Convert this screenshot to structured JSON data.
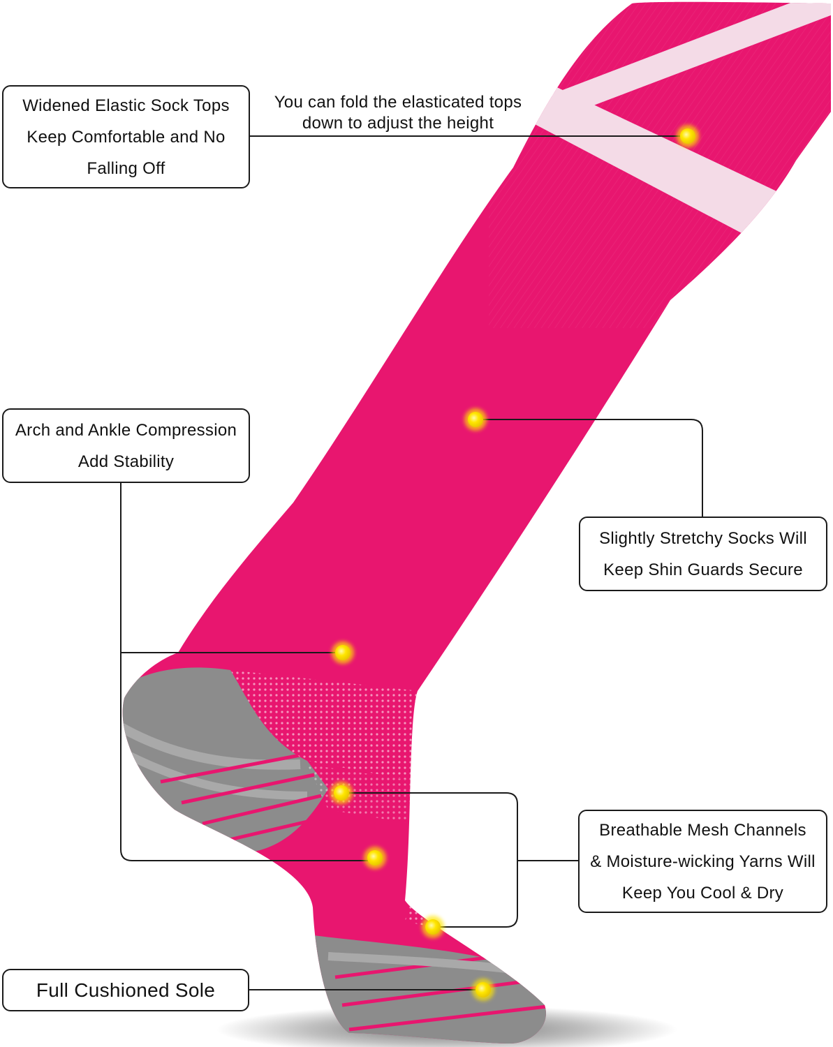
{
  "colors": {
    "sock": "#e8166f",
    "sock_shade": "#c70d5d",
    "stripe": "#f4dbe7",
    "cushion": "#8c8c8c",
    "cushion_light": "#a9a9a9",
    "dot": "#ffe600",
    "line": "#1a1a1a"
  },
  "icons": [
    "feature-dot"
  ],
  "callouts": {
    "tops": {
      "line1": "Widened Elastic Sock Tops",
      "line2": "Keep Comfortable and No",
      "line3": "Falling Off"
    },
    "fold_note": {
      "line1": "You can fold the elasticated tops",
      "line2": "down to adjust the height"
    },
    "arch": {
      "line1": "Arch and Ankle Compression",
      "line2": "Add Stability"
    },
    "stretch": {
      "line1": "Slightly Stretchy Socks Will",
      "line2": "Keep Shin Guards Secure"
    },
    "mesh": {
      "line1": "Breathable Mesh Channels",
      "line2": "& Moisture-wicking Yarns Will",
      "line3": "Keep You Cool & Dry"
    },
    "sole": {
      "line1": "Full Cushioned Sole"
    }
  }
}
